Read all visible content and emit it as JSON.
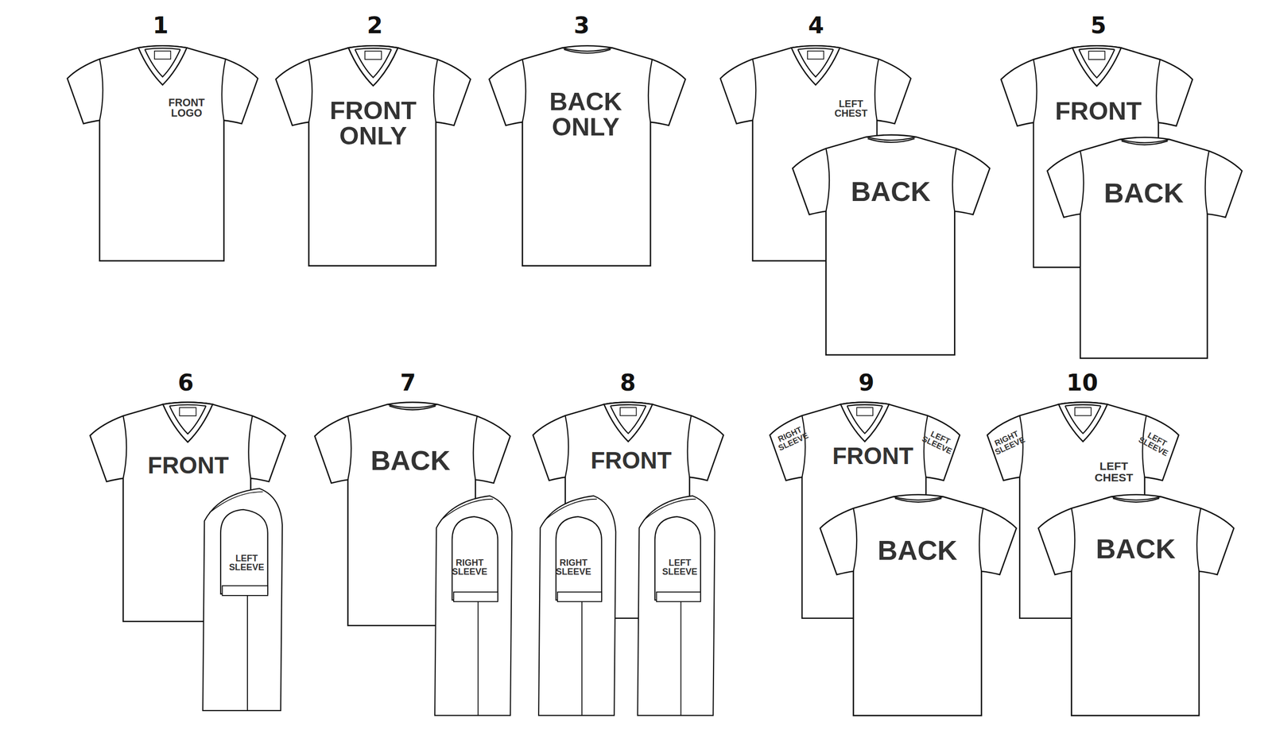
{
  "diagram": {
    "labels": [
      "1",
      "FRONT LOGO",
      "2",
      "FRONT ONLY",
      "3",
      "BACK ONLY",
      "4",
      "LEFT CHEST",
      "BACK",
      "5",
      "FRONT",
      "BACK",
      "6",
      "FRONT",
      "LEFT SLEEVE",
      "7",
      "BACK",
      "RIGHT SLEEVE",
      "8",
      "FRONT",
      "RIGHT SLEEVE",
      "LEFT SLEEVE",
      "9",
      "RIGHT SLEEVE",
      "FRONT",
      "LEFT SLEEVE",
      "BACK",
      "10",
      "RIGHT SLEEVE",
      "LEFT SLEEVE",
      "LEFT CHEST",
      "BACK"
    ]
  }
}
